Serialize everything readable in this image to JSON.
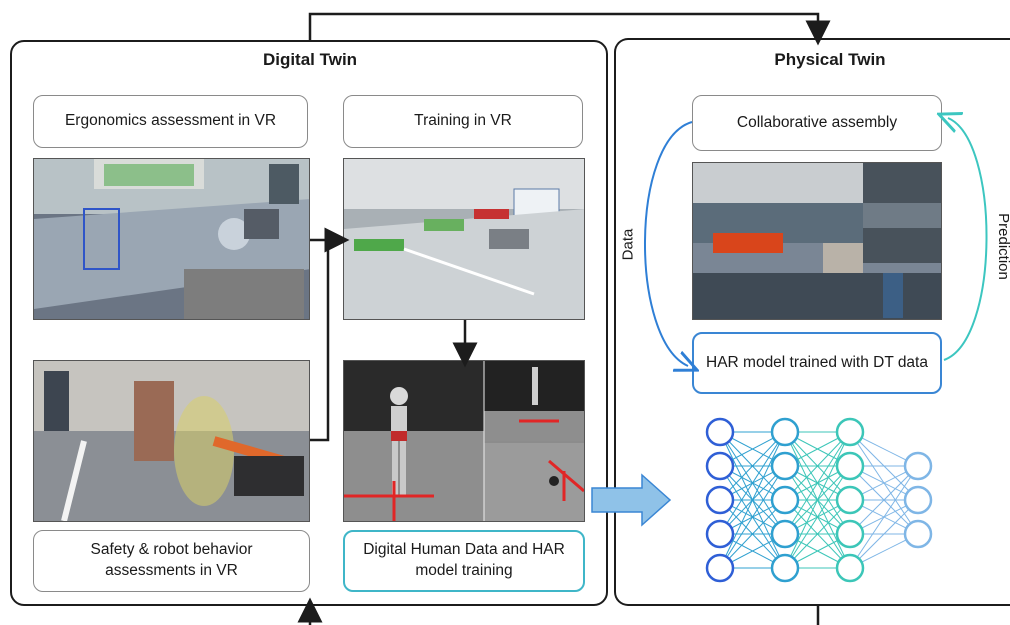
{
  "digital_twin": {
    "title": "Digital Twin",
    "ergonomics_label": "Ergonomics assessment in VR",
    "training_label": "Training in VR",
    "safety_label": "Safety & robot behavior assessments in VR",
    "human_data_label": "Digital Human Data and HAR model training"
  },
  "physical_twin": {
    "title": "Physical Twin",
    "assembly_label": "Collaborative assembly",
    "har_label": "HAR model trained with DT data",
    "data_label": "Data",
    "prediction_label": "Prediction"
  },
  "colors": {
    "border": "#1c1c1c",
    "blue": "#2f7fd6",
    "teal": "#3cc6c0",
    "arrow_fill": "#8fc2e8"
  },
  "network": {
    "layers": [
      5,
      5,
      5,
      3
    ]
  }
}
